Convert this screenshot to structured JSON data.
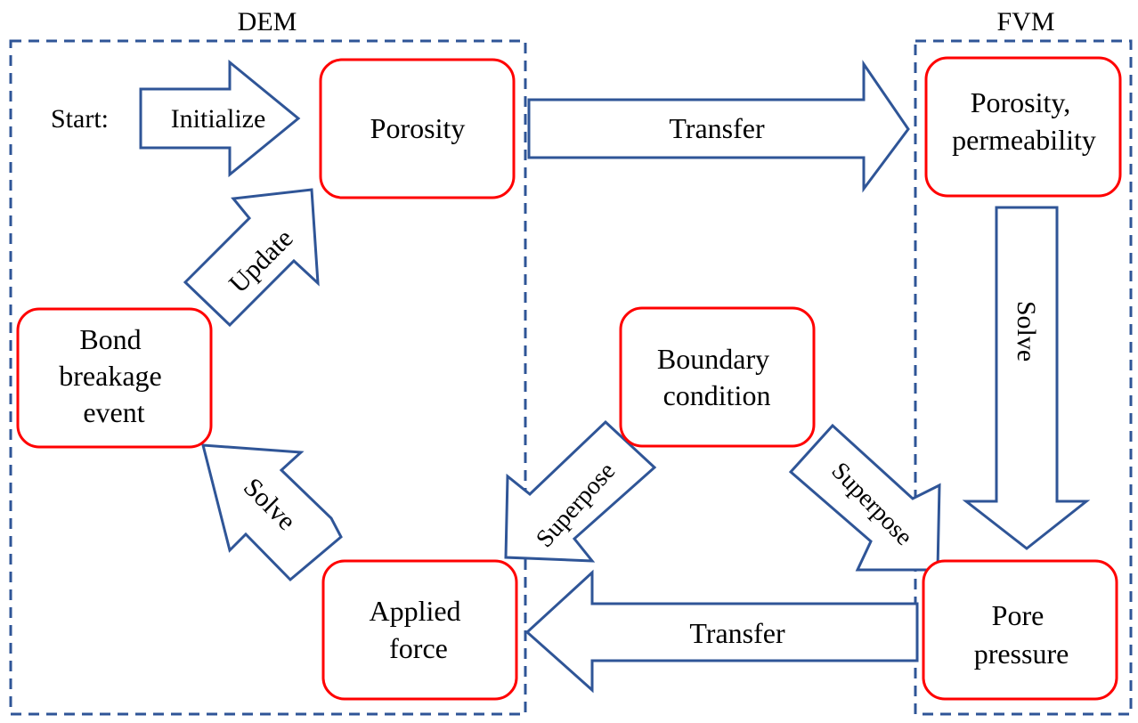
{
  "regions": {
    "dem": "DEM",
    "fvm": "FVM"
  },
  "start_label": "Start:",
  "nodes": {
    "porosity": [
      "Porosity"
    ],
    "porosity_permeability": [
      "Porosity,",
      "permeability"
    ],
    "bond_breakage": [
      "Bond",
      "breakage",
      "event"
    ],
    "boundary_condition": [
      "Boundary",
      "condition"
    ],
    "applied_force": [
      "Applied",
      "force"
    ],
    "pore_pressure": [
      "Pore",
      "pressure"
    ]
  },
  "arrows": {
    "initialize": "Initialize",
    "transfer_top": "Transfer",
    "solve_fvm": "Solve",
    "update": "Update",
    "solve_dem": "Solve",
    "superpose_left": "Superpose",
    "superpose_right": "Superpose",
    "transfer_bottom": "Transfer"
  },
  "colors": {
    "node_border": "#ff0000",
    "arrow_stroke": "#2f5597",
    "frame_stroke": "#2f5597"
  }
}
